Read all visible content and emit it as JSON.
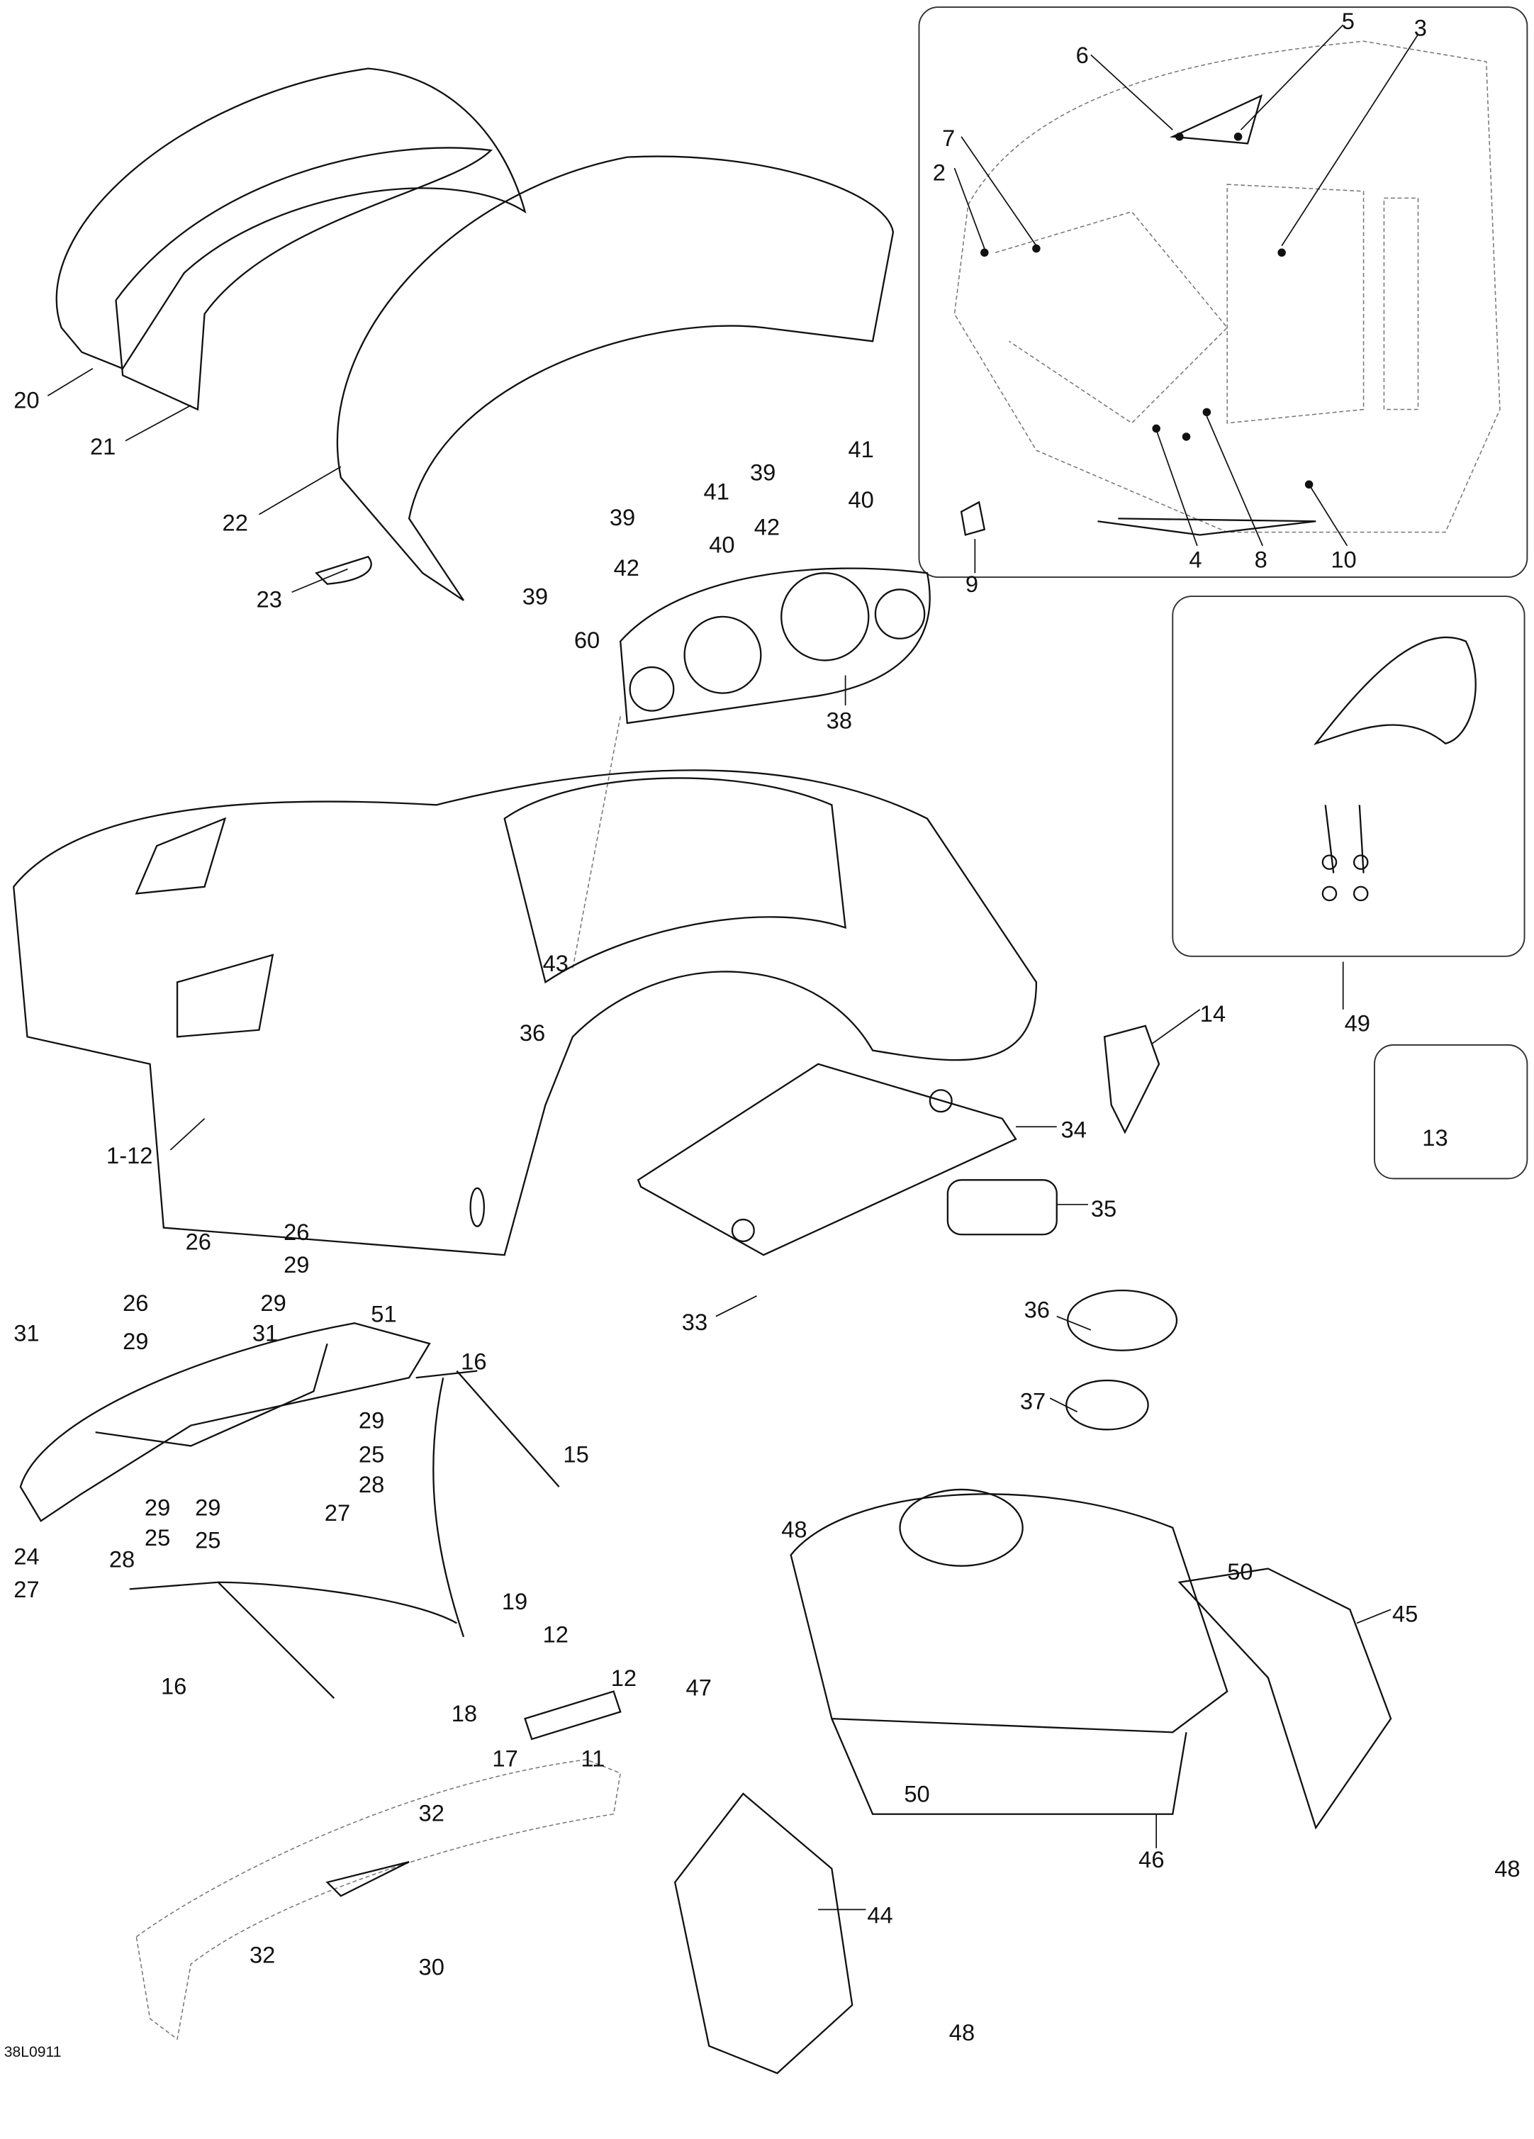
{
  "diagram": {
    "callouts": [
      "20",
      "21",
      "22",
      "23",
      "39",
      "60",
      "42",
      "40",
      "39",
      "41",
      "39",
      "40",
      "42",
      "41",
      "38",
      "43",
      "36",
      "1-12",
      "14",
      "34",
      "35",
      "33",
      "26",
      "29",
      "51",
      "26",
      "29",
      "31",
      "26",
      "29",
      "31",
      "16",
      "15",
      "29",
      "25",
      "28",
      "27",
      "29",
      "25",
      "29",
      "25",
      "24",
      "28",
      "27",
      "16",
      "19",
      "12",
      "12",
      "18",
      "17",
      "11",
      "32",
      "32",
      "30",
      "36",
      "37",
      "48",
      "47",
      "50",
      "45",
      "50",
      "46",
      "44",
      "48",
      "48",
      "49",
      "13",
      "5",
      "3",
      "6",
      "7",
      "2",
      "9",
      "4",
      "8",
      "10"
    ],
    "drawing_code": "38L0911"
  }
}
